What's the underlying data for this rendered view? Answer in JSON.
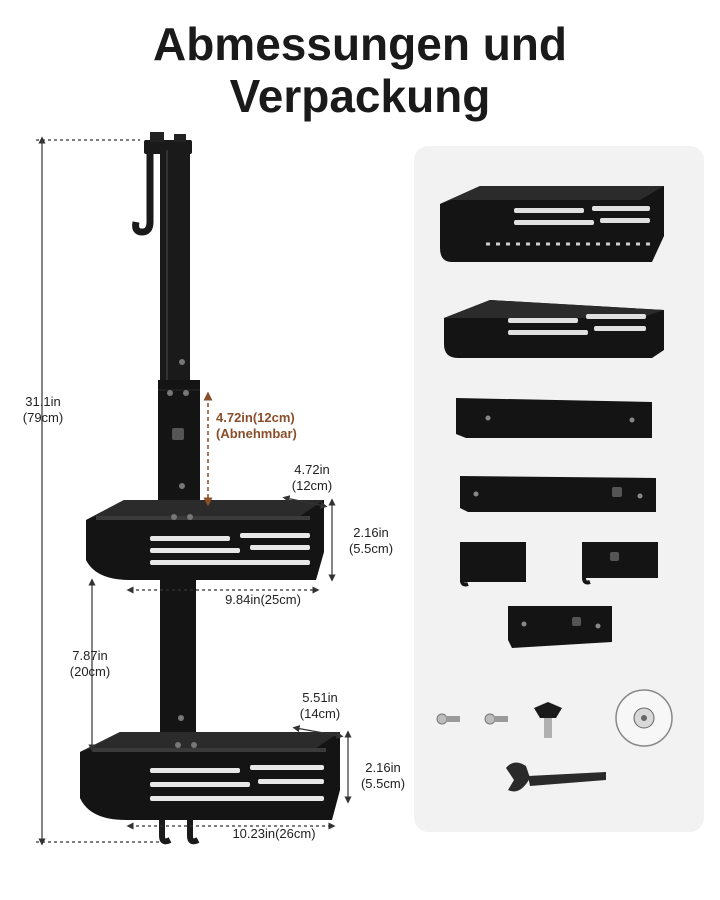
{
  "title": {
    "line1": "Abmessungen und",
    "line2": "Verpackung"
  },
  "dimensions": {
    "total_height": {
      "in": "31.1in",
      "cm": "(79cm)"
    },
    "detachable": {
      "in": "4.72in(12cm)",
      "note": "(Abnehmbar)"
    },
    "upper_depth": {
      "in": "4.72in",
      "cm": "(12cm)"
    },
    "upper_height": {
      "in": "2.16in",
      "cm": "(5.5cm)"
    },
    "upper_width": "9.84in(25cm)",
    "spacing": {
      "in": "7.87in",
      "cm": "(20cm)"
    },
    "lower_depth": {
      "in": "5.51in",
      "cm": "(14cm)"
    },
    "lower_height": {
      "in": "2.16in",
      "cm": "(5.5cm)"
    },
    "lower_width": "10.23in(26cm)"
  },
  "colors": {
    "accent": "#8a4f2a",
    "product": "#141414",
    "panel": "#f2f2f2"
  },
  "icons": [
    "shower-caddy-icon",
    "upper-basket-icon",
    "lower-basket-icon",
    "long-bar-icon",
    "bar-with-hook-icon",
    "hook-bracket-icon",
    "short-bracket-icon",
    "screw-icon",
    "knob-icon",
    "suction-cup-icon",
    "wrench-icon"
  ]
}
